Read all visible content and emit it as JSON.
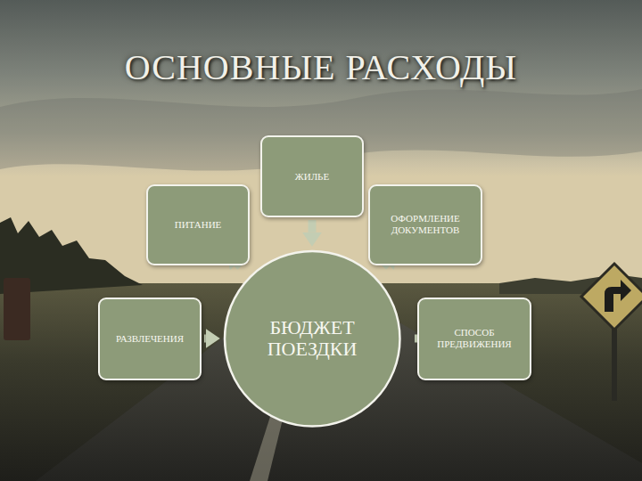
{
  "diagram": {
    "title": "ОСНОВНЫЕ РАСХОДЫ",
    "nodes": [
      {
        "text": [
          "ЖИЛЬЕ"
        ]
      },
      {
        "text": [
          "ПИТАНИЕ"
        ]
      },
      {
        "text": [
          "ОФОРМЛЕНИЕ ДОКУМЕНТОВ"
        ]
      },
      {
        "text": [
          "РАЗВЛЕЧЕНИЯ"
        ]
      },
      {
        "text": [
          "БЮДЖЕТ ПОЕЗДКИ"
        ]
      },
      {
        "text": [
          "СПОСОБ ПРЕДВИЖЕНИЯ"
        ]
      }
    ],
    "edges": [
      {
        "from": 0,
        "to": 4,
        "arrow": "to"
      },
      {
        "from": 1,
        "to": 4,
        "arrow": "to"
      },
      {
        "from": 2,
        "to": 4,
        "arrow": "to"
      },
      {
        "from": 3,
        "to": 4,
        "arrow": "to"
      },
      {
        "from": 5,
        "to": 4,
        "arrow": "to"
      }
    ]
  }
}
